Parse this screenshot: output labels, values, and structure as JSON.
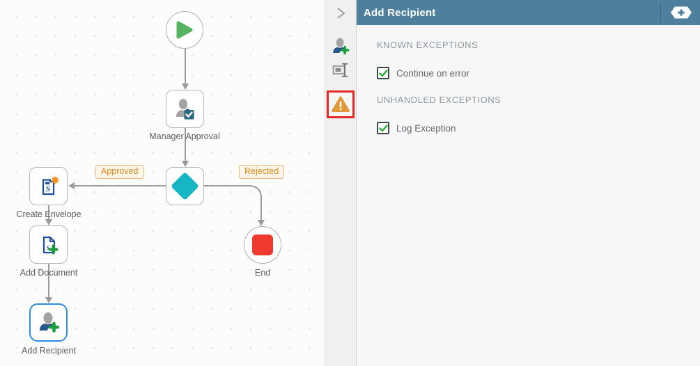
{
  "panel": {
    "title": "Add Recipient",
    "sections": [
      {
        "heading": "KNOWN EXCEPTIONS",
        "items": [
          {
            "label": "Continue on error",
            "checked": true
          }
        ]
      },
      {
        "heading": "UNHANDLED EXCEPTIONS",
        "items": [
          {
            "label": "Log Exception",
            "checked": true
          }
        ]
      }
    ]
  },
  "toolbar": {
    "icons": [
      {
        "name": "expand-chevron-icon"
      },
      {
        "name": "add-recipient-config-icon"
      },
      {
        "name": "rename-icon"
      },
      {
        "name": "exceptions-warning-icon",
        "highlighted": true
      }
    ]
  },
  "workflow": {
    "nodes": [
      {
        "id": "start",
        "type": "start",
        "label": ""
      },
      {
        "id": "manager-approval",
        "type": "task",
        "label": "Manager Approval"
      },
      {
        "id": "decision",
        "type": "decision",
        "label": ""
      },
      {
        "id": "create-envelope",
        "type": "task",
        "label": "Create Envelope"
      },
      {
        "id": "add-document",
        "type": "task",
        "label": "Add Document"
      },
      {
        "id": "add-recipient",
        "type": "task",
        "label": "Add Recipient",
        "selected": true
      },
      {
        "id": "end",
        "type": "end",
        "label": "End"
      }
    ],
    "branch_labels": [
      "Approved",
      "Rejected"
    ]
  },
  "colors": {
    "panel_header": "#4e7f9c",
    "selection_blue": "#2d8cdb",
    "warning_orange": "#e0993a",
    "highlight_red": "#e42a27",
    "diamond_teal": "#17b6c5",
    "play_green": "#54b45f",
    "end_red": "#ee3a2e",
    "branch_orange": "#e08a1e",
    "check_green": "#2faa3c"
  }
}
